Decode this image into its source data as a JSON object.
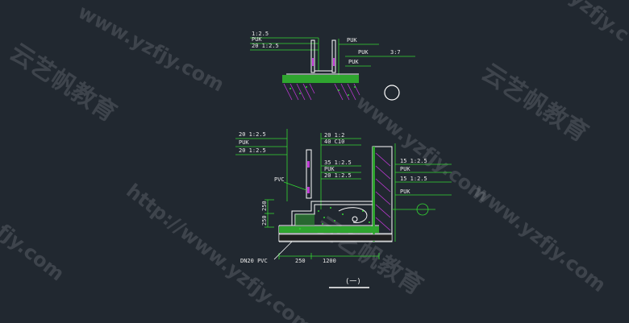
{
  "colors": {
    "background": "#212830",
    "leader": "#33d633",
    "wall": "#ffffff",
    "hatch": "#c23ad8",
    "fill_green": "#2fa52f"
  },
  "top_detail": {
    "left_labels": [
      "1:2.5",
      "PUK",
      "20  1:2.5"
    ],
    "right_labels": [
      "PUK",
      "PUK",
      "3:7",
      "PUK"
    ]
  },
  "bottom_detail": {
    "left_labels": [
      "20  1:2.5",
      "PUK",
      "20  1:2.5"
    ],
    "center_labels": [
      "20  1:2",
      "40  C10",
      "35  1:2.5",
      "PUK",
      "20  1:2.5"
    ],
    "right_labels": [
      "15  1:2.5",
      "PUK",
      "15  1:2.5",
      "PUK"
    ],
    "pvc_label": "PVC",
    "dn_label": "DN20   PVC",
    "dims": {
      "vertical_1": "250",
      "vertical_2": "250",
      "horizontal_1": "250",
      "horizontal_2": "1200"
    },
    "caption": "(一)"
  },
  "watermarks": {
    "cn": "云艺帆教育",
    "url": "http://www.yzfjy.com",
    "url_short": "www.yzfjy.com",
    "frag_top": "yzfjy.c",
    "frag_left": "fjy.com"
  }
}
